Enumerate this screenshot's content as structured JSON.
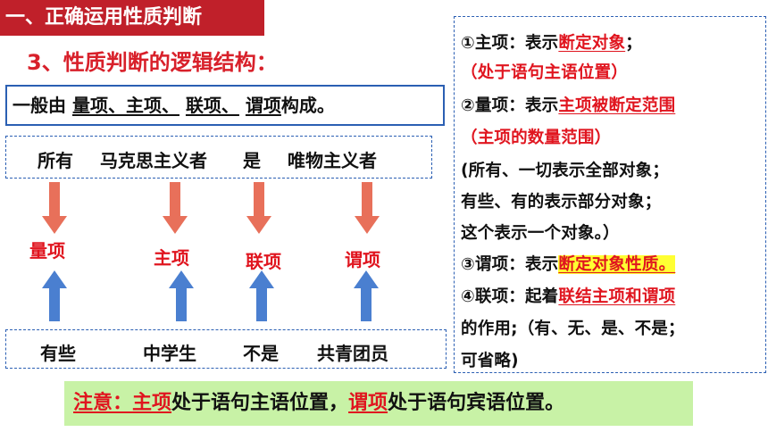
{
  "section_title": "一、正确运用性质判断",
  "subtitle": "3、性质判断的逻辑结构：",
  "definition": {
    "prefix": "一般由",
    "part1": "量项、主项、",
    "part2": "联项、",
    "part3": "谓项",
    "suffix": "构成。"
  },
  "example_top": [
    "所有",
    "马克思主义者",
    "是",
    "唯物主义者"
  ],
  "terms": [
    "量项",
    "主项",
    "联项",
    "谓项"
  ],
  "example_bottom": [
    "有些",
    "中学生",
    "不是",
    "共青团员"
  ],
  "right_panel": {
    "l1_a": "①主项：表示",
    "l1_b": "断定对象",
    "l1_c": "；",
    "l2": "（处于语句主语位置）",
    "l3_a": "②量项：表示",
    "l3_b": "主项被断定范围",
    "l4": "（主项的数量范围）",
    "l5": "(所有、一切表示全部对象；",
    "l6": "有些、有的表示部分对象；",
    "l7": "这个表示一个对象。）",
    "l8_a": "③谓项：表示",
    "l8_b": "断定对象性质。",
    "l9_a": "④联项：起着",
    "l9_b": "联结主项和谓项",
    "l10": "的作用;（有、无、是、不是；",
    "l11": "可省略)"
  },
  "note": {
    "label": "注意：",
    "t1": "主项",
    "m1": "处于语句主语位置，",
    "t2": "谓项",
    "m2": "处于语句宾语位置。"
  },
  "colors": {
    "accent_red": "#e0151f",
    "title_bg": "#c0202a",
    "border_blue": "#2b5fb3",
    "arrow_down": "#e8705a",
    "arrow_up": "#4a7fd0",
    "note_bg": "#c8f2a6",
    "highlight": "#ffff33"
  }
}
